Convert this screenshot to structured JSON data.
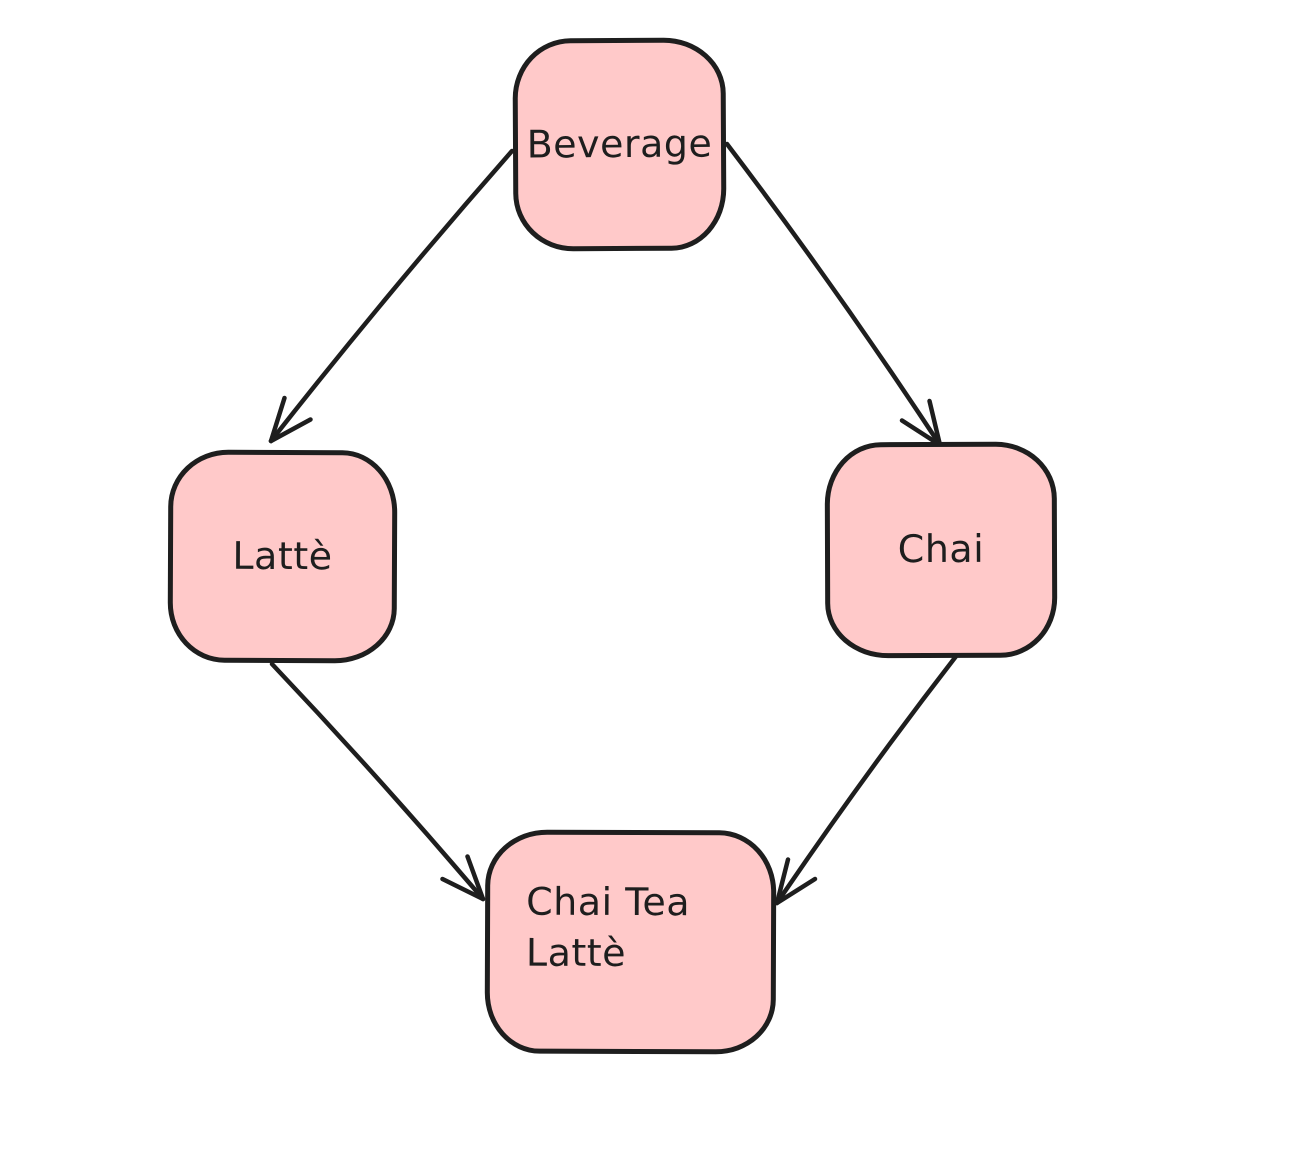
{
  "style": {
    "canvas_bg": "#ffffff",
    "node_fill": "#ffc9c9",
    "node_stroke": "#1e1e1e",
    "arrow_color": "#1e1e1e",
    "text_color": "#1e1e1e"
  },
  "diagram": {
    "type": "flowchart",
    "nodes": [
      {
        "id": "beverage",
        "label": "Beverage"
      },
      {
        "id": "latte",
        "label": "Lattè"
      },
      {
        "id": "chai",
        "label": "Chai"
      },
      {
        "id": "chai_tea_latte",
        "label": "Chai Tea Lattè"
      }
    ],
    "edges": [
      {
        "from": "beverage",
        "to": "latte"
      },
      {
        "from": "beverage",
        "to": "chai"
      },
      {
        "from": "latte",
        "to": "chai_tea_latte"
      },
      {
        "from": "chai",
        "to": "chai_tea_latte"
      }
    ]
  }
}
